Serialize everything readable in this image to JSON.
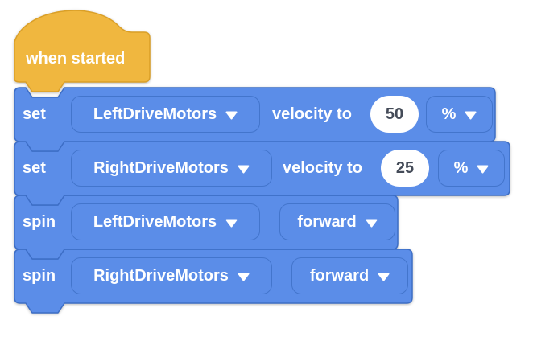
{
  "app": "block-programming-workspace",
  "colors": {
    "block_blue": "#5B8DE8",
    "block_blue_border": "#3D6EC6",
    "field_border": "#4375CC",
    "hat_yellow": "#F0B73F",
    "hat_yellow_border": "#DA9F27",
    "value_text": "#444B58",
    "label_text": "#FFFFFF",
    "canvas_background": "#FFFFFF"
  },
  "hat_block": {
    "label": "when started"
  },
  "blocks": [
    {
      "type": "set-velocity",
      "prefix": "set",
      "motor": "LeftDriveMotors",
      "mid": "velocity to",
      "value": "50",
      "unit": "%"
    },
    {
      "type": "set-velocity",
      "prefix": "set",
      "motor": "RightDriveMotors",
      "mid": "velocity to",
      "value": "25",
      "unit": "%"
    },
    {
      "type": "spin",
      "prefix": "spin",
      "motor": "LeftDriveMotors",
      "direction": "forward"
    },
    {
      "type": "spin",
      "prefix": "spin",
      "motor": "RightDriveMotors",
      "direction": "forward"
    }
  ],
  "icons": {
    "dropdown_caret": "chevron-down-icon"
  }
}
